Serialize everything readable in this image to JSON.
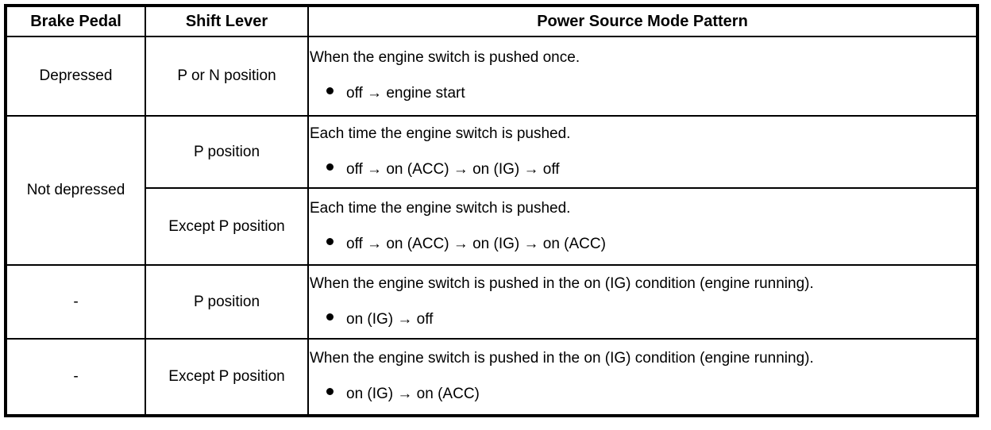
{
  "table": {
    "headers": [
      {
        "label": "Brake Pedal",
        "name": "header-brake-pedal"
      },
      {
        "label": "Shift Lever",
        "name": "header-shift-lever"
      },
      {
        "label": "Power Source Mode Pattern",
        "name": "header-power-source-mode-pattern"
      }
    ],
    "rows": [
      {
        "brake_pedal": "Depressed",
        "shift_lever": "P or N position",
        "description": "When the engine switch is pushed once.",
        "bullet": "off → engine start"
      },
      {
        "brake_pedal": "Not depressed",
        "shift_lever": "P position",
        "description": "Each time the engine switch is pushed.",
        "bullet": "off → on (ACC) → on (IG) → off"
      },
      {
        "brake_pedal": "",
        "shift_lever": "Except P position",
        "description": "Each time the engine switch is pushed.",
        "bullet": "off → on (ACC) → on (IG) → on (ACC)"
      },
      {
        "brake_pedal": "-",
        "shift_lever": "P position",
        "description": "When the engine switch is pushed in the on (IG) condition (engine running).",
        "bullet": "on (IG) → off"
      },
      {
        "brake_pedal": "-",
        "shift_lever": "Except P position",
        "description": "When the engine switch is pushed in the on (IG) condition (engine running).",
        "bullet": "on (IG) → on (ACC)"
      }
    ],
    "bullet_glyph": "filled-circle-bullet",
    "colors": {
      "border": "#000000",
      "text": "#000000",
      "background": "#ffffff"
    }
  }
}
